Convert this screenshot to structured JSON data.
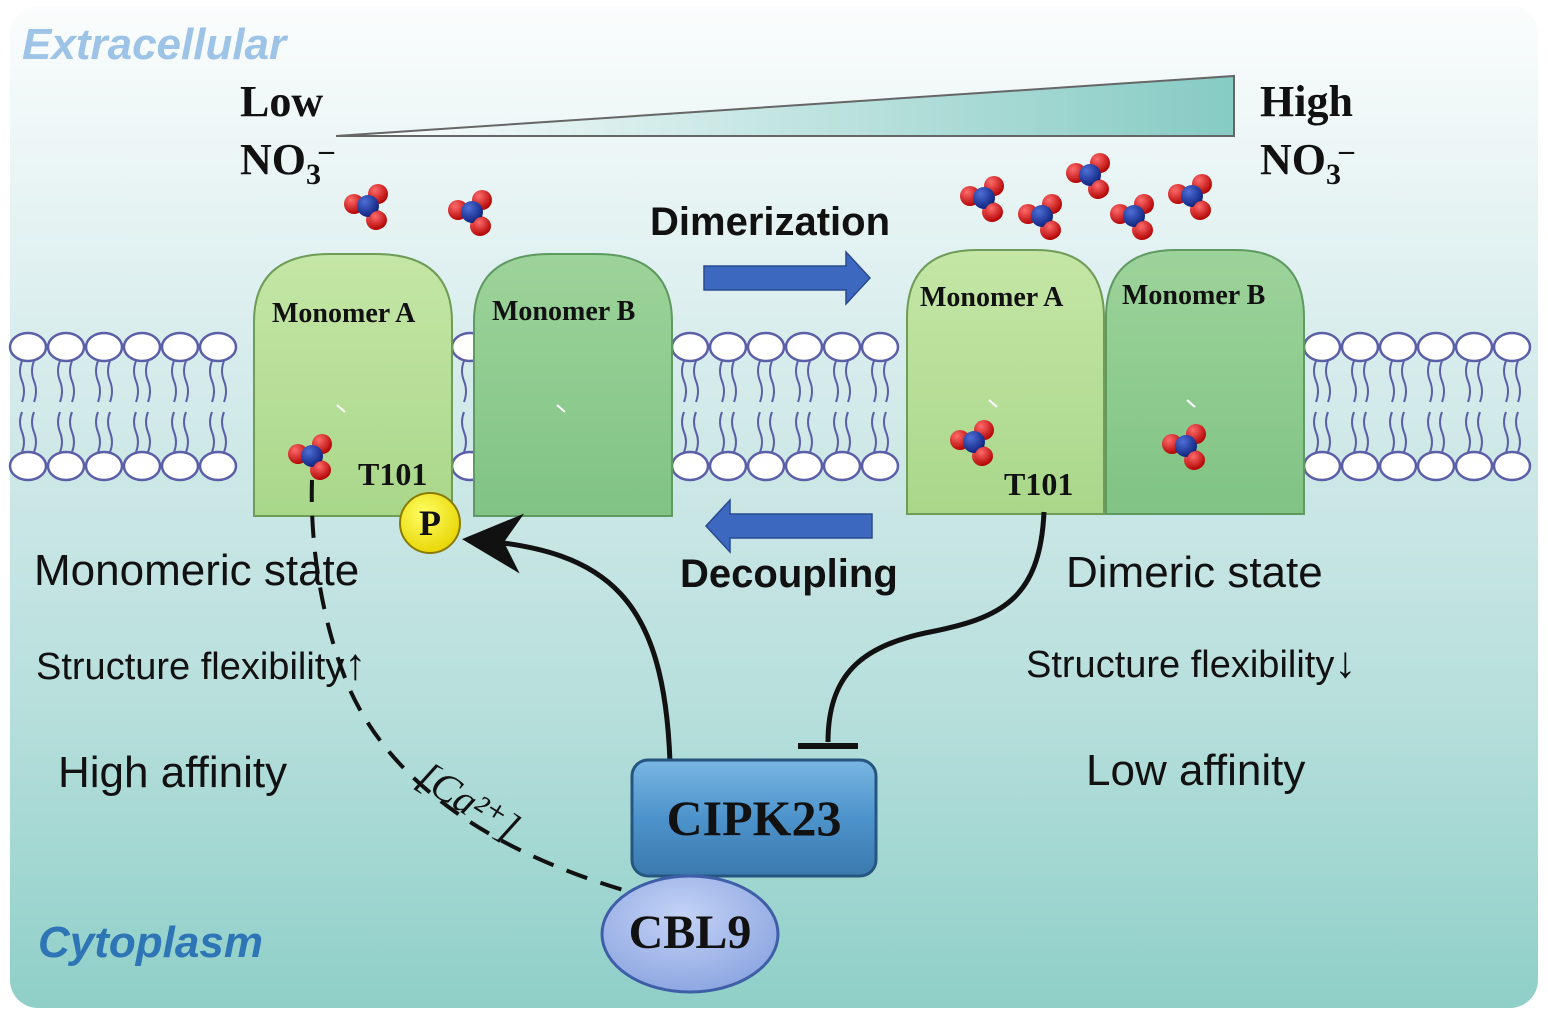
{
  "regions": {
    "extracellular": "Extracellular",
    "cytoplasm": "Cytoplasm"
  },
  "concentration": {
    "low_word": "Low",
    "high_word": "High",
    "ion_base": "NO",
    "ion_subscript": "3",
    "ion_superscript": "–"
  },
  "transitions": {
    "forward": "Dimerization",
    "reverse": "Decoupling"
  },
  "left_state": {
    "monomer_a": "Monomer A",
    "monomer_b": "Monomer B",
    "residue": "T101",
    "phospho": "P",
    "state": "Monomeric state",
    "flexibility": "Structure flexibility",
    "flexibility_arrow": "↑",
    "affinity": "High affinity"
  },
  "right_state": {
    "monomer_a": "Monomer A",
    "monomer_b": "Monomer B",
    "residue": "T101",
    "state": "Dimeric state",
    "flexibility": "Structure flexibility",
    "flexibility_arrow": "↓",
    "affinity": "Low affinity"
  },
  "signaling": {
    "kinase": "CIPK23",
    "sensor": "CBL9",
    "calcium": "[Ca²⁺]"
  },
  "colors": {
    "extracellular_label": "#9dc3e6",
    "cytoplasm_label": "#2e75b6",
    "monomer_a_fill": "#b6dc95",
    "monomer_b_fill": "#8cc88c",
    "arrow_blue": "#3d68c0",
    "kinase_fill": "#4a90c8",
    "sensor_fill": "#9eb4ea",
    "phospho_fill": "#ffee00"
  }
}
